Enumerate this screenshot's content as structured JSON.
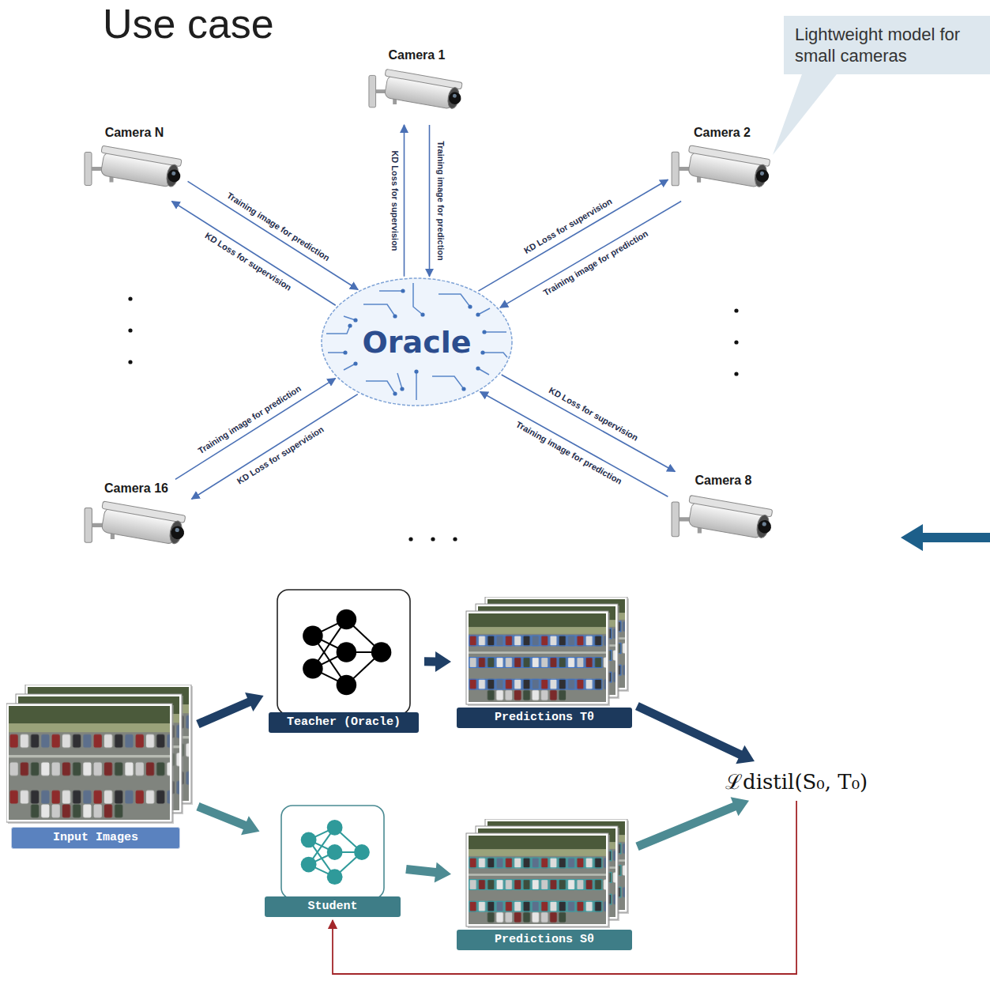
{
  "diagram": {
    "title": "Use case",
    "nodes": [
      {
        "text": [
          "Camera 1"
        ]
      },
      {
        "text": [
          "Lightweight model for small cameras"
        ]
      },
      {
        "text": [
          "Camera N"
        ]
      },
      {
        "text": [
          "Camera 2"
        ]
      },
      {
        "text": [
          "Oracle"
        ]
      },
      {
        "text": [
          "Camera 16"
        ]
      },
      {
        "text": [
          "Camera 8"
        ]
      },
      {
        "text": [
          "Teacher (Oracle)"
        ]
      },
      {
        "text": [
          "Predictions Tθ"
        ]
      },
      {
        "text": [
          "Input Images"
        ]
      },
      {
        "text": [
          "ℒdistil(S₀, T₀)"
        ]
      },
      {
        "text": [
          "Student"
        ]
      },
      {
        "text": [
          "Predictions Sθ"
        ]
      }
    ],
    "edges": [
      {
        "from": 0,
        "to": 4,
        "label": "Training image for prediction",
        "arrow": "to"
      },
      {
        "from": 4,
        "to": 0,
        "label": "KD Loss for supervision",
        "arrow": "to"
      },
      {
        "from": 2,
        "to": 4,
        "label": "Training image for prediction",
        "arrow": "to"
      },
      {
        "from": 4,
        "to": 2,
        "label": "KD Loss for supervision",
        "arrow": "to"
      },
      {
        "from": 3,
        "to": 4,
        "label": "Training image for prediction",
        "arrow": "to"
      },
      {
        "from": 4,
        "to": 3,
        "label": "KD Loss for supervision",
        "arrow": "to"
      },
      {
        "from": 5,
        "to": 4,
        "label": "Training image for prediction",
        "arrow": "to"
      },
      {
        "from": 4,
        "to": 5,
        "label": "KD Loss for supervision",
        "arrow": "to"
      },
      {
        "from": 6,
        "to": 4,
        "label": "Training image for prediction",
        "arrow": "to"
      },
      {
        "from": 4,
        "to": 6,
        "label": "KD Loss for supervision",
        "arrow": "to"
      },
      {
        "from": 9,
        "to": 7,
        "arrow": "to"
      },
      {
        "from": 7,
        "to": 8,
        "arrow": "to"
      },
      {
        "from": 8,
        "to": 10,
        "arrow": "to"
      },
      {
        "from": 9,
        "to": 11,
        "arrow": "to"
      },
      {
        "from": 11,
        "to": 12,
        "arrow": "to"
      },
      {
        "from": 12,
        "to": 10,
        "arrow": "to"
      },
      {
        "from": 10,
        "to": 11,
        "arrow": "to"
      }
    ]
  }
}
